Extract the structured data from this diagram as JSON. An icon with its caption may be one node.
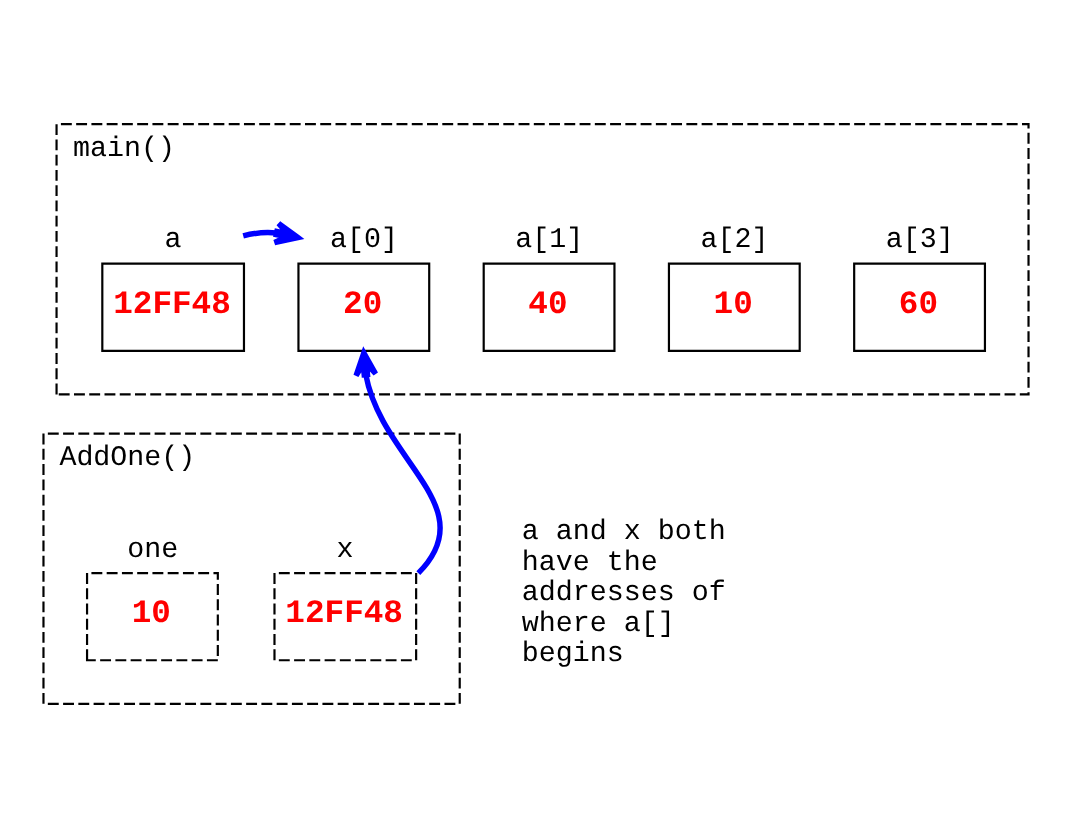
{
  "diagram": {
    "nodes": [
      {
        "text": [
          "main()"
        ]
      },
      {
        "text": [
          "a",
          "12FF48"
        ],
        "in": 0
      },
      {
        "text": [
          "a[0]",
          "20"
        ],
        "in": 0
      },
      {
        "text": [
          "a[1]",
          "40"
        ],
        "in": 0
      },
      {
        "text": [
          "a[2]",
          "10"
        ],
        "in": 0
      },
      {
        "text": [
          "a[3]",
          "60"
        ],
        "in": 0
      },
      {
        "text": [
          "AddOne()"
        ]
      },
      {
        "text": [
          "one",
          "10"
        ],
        "in": 6
      },
      {
        "text": [
          "x",
          "12FF48"
        ],
        "in": 6
      }
    ],
    "edges": [
      {
        "from": 1,
        "to": 2,
        "arrow": "to"
      },
      {
        "from": 8,
        "to": 2,
        "arrow": "to"
      }
    ],
    "labels": [
      "a and x both have the addresses of where a[] begins"
    ]
  }
}
